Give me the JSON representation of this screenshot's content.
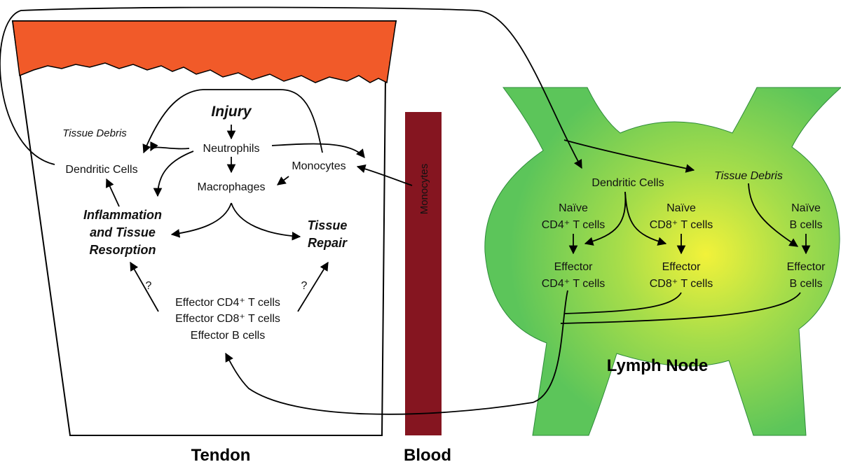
{
  "labels": {
    "injury": "Injury",
    "neutrophils": "Neutrophils",
    "monocytes": "Monocytes",
    "macrophages": "Macrophages",
    "dendritic_cells": "Dendritic Cells",
    "tissue_debris": "Tissue Debris",
    "inflammation_line1": "Inflammation",
    "inflammation_line2": "and Tissue",
    "inflammation_line3": "Resorption",
    "tissue_repair_line1": "Tissue",
    "tissue_repair_line2": "Repair",
    "effector_cd4": "Effector CD4⁺ T cells",
    "effector_cd8": "Effector CD8⁺ T cells",
    "effector_b": "Effector B cells",
    "question_mark": "?",
    "blood_monocytes": "Monocytes",
    "ln_dendritic_cells": "Dendritic Cells",
    "ln_tissue_debris": "Tissue Debris",
    "naive_cd4_line1": "Naïve",
    "naive_cd4_line2": "CD4⁺ T cells",
    "naive_cd8_line1": "Naïve",
    "naive_cd8_line2": "CD8⁺ T cells",
    "naive_b_line1": "Naïve",
    "naive_b_line2": "B cells",
    "eff_cd4_line1": "Effector",
    "eff_cd4_line2": "CD4⁺ T cells",
    "eff_cd8_line1": "Effector",
    "eff_cd8_line2": "CD8⁺ T cells",
    "eff_b_line1": "Effector",
    "eff_b_line2": "B cells"
  },
  "sections": {
    "tendon": "Tendon",
    "blood": "Blood",
    "lymph_node": "Lymph Node"
  },
  "colors": {
    "tendon_top": "#f15a29",
    "blood_vessel": "#851520",
    "lymph_outer": "#5cc55a",
    "lymph_center": "#f2f23a",
    "injury_text": "#4d4d4d",
    "inflammation_text": "#be1e2d",
    "repair_text": "#262d8a"
  }
}
